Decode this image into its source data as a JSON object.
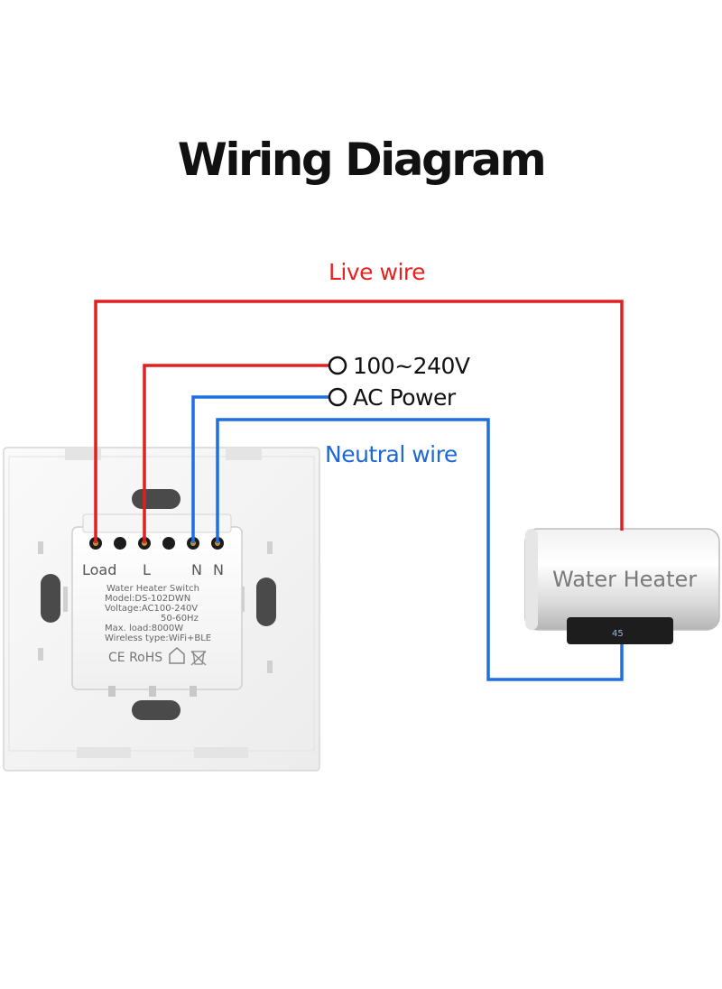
{
  "title": "Wiring Diagram",
  "labels": {
    "live_wire": "Live wire",
    "neutral_wire": "Neutral wire",
    "power_voltage": "100~240V",
    "power_type": "AC Power"
  },
  "switch": {
    "terminals": [
      "Load",
      "L",
      "N",
      "N"
    ],
    "spec_lines": [
      "Water Heater Switch",
      "Model:DS-102DWN",
      "Voltage:AC100-240V",
      "50-60Hz",
      "Max. load:8000W",
      "Wireless type:WiFi+BLE"
    ],
    "marks": "CE RoHS"
  },
  "heater": {
    "label": "Water Heater",
    "display": "45"
  },
  "colors": {
    "live": "#e02020",
    "neutral": "#1e6fe0",
    "live_label": "#e8221f",
    "neutral_label": "#1f66d6"
  }
}
